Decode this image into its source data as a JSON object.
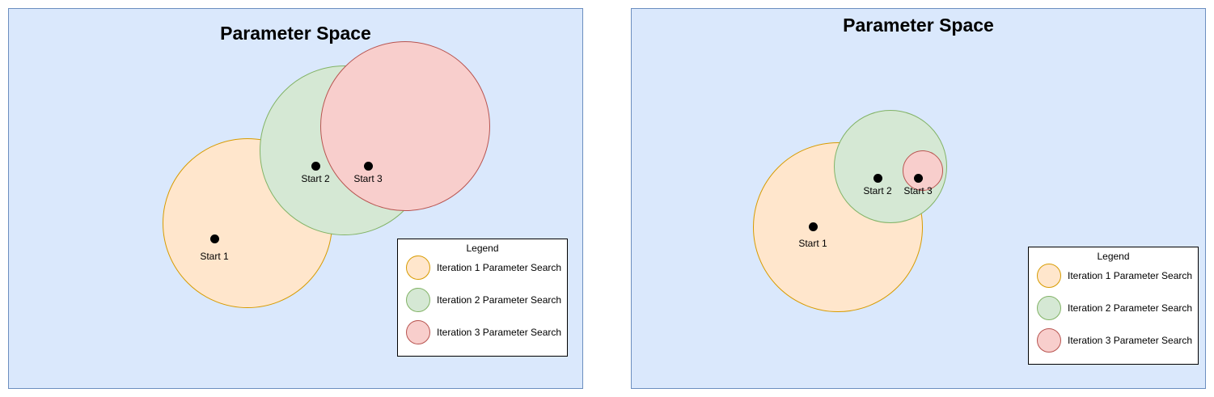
{
  "left_panel": {
    "title": "Parameter Space",
    "starts": [
      "Start 1",
      "Start 2",
      "Start 3"
    ]
  },
  "right_panel": {
    "title": "Parameter Space",
    "starts": [
      "Start 1",
      "Start 2",
      "Start 3"
    ]
  },
  "legend": {
    "title": "Legend",
    "items": [
      {
        "label": "Iteration 1 Parameter Search",
        "fill": "#ffe6cc",
        "stroke": "#d79b00"
      },
      {
        "label": "Iteration 2 Parameter Search",
        "fill": "#d5e8d4",
        "stroke": "#82b366"
      },
      {
        "label": "Iteration 3 Parameter Search",
        "fill": "#f8cecc",
        "stroke": "#b85450"
      }
    ]
  },
  "colors": {
    "background": "#dae8fc",
    "border": "#6c8ebf"
  }
}
